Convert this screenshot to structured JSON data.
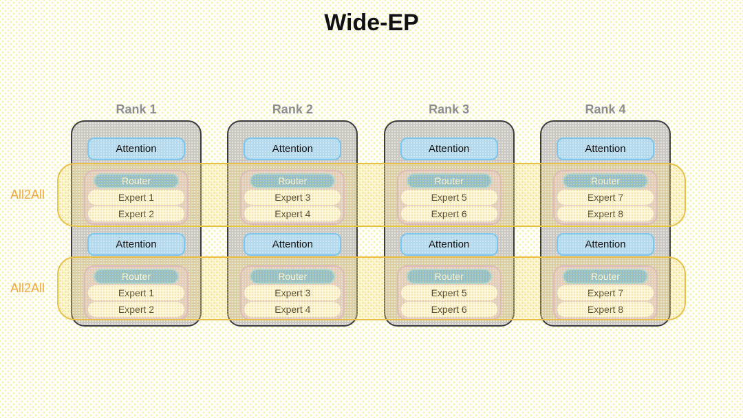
{
  "title": "Wide-EP",
  "labels": {
    "attention": "Attention",
    "router": "Router"
  },
  "ranks": [
    {
      "name": "Rank 1",
      "experts": [
        "Expert 1",
        "Expert 2"
      ]
    },
    {
      "name": "Rank 2",
      "experts": [
        "Expert 3",
        "Expert 4"
      ]
    },
    {
      "name": "Rank 3",
      "experts": [
        "Expert 5",
        "Expert 6"
      ]
    },
    {
      "name": "Rank 4",
      "experts": [
        "Expert 7",
        "Expert 8"
      ]
    }
  ],
  "all2all_labels": [
    "All2All",
    "All2All"
  ],
  "colors": {
    "title_text": "#111111",
    "rank_label": "#8e8e8e",
    "rank_fill": "#cac8c1",
    "rank_border": "#3b3b3b",
    "attention_fill": "#b4d9ed",
    "attention_border": "#7bc6ee",
    "moe_fill": "#d7c6de",
    "moe_border": "#cfaad8",
    "router_fill": "#66b1e8",
    "router_border": "#8fd4f6",
    "expert_fill": "#fdfcfd",
    "band_border": "#e8c046",
    "band_fill_css": "rgba(252,230,140,0.28)",
    "all2all_text": "#f2a73e"
  }
}
